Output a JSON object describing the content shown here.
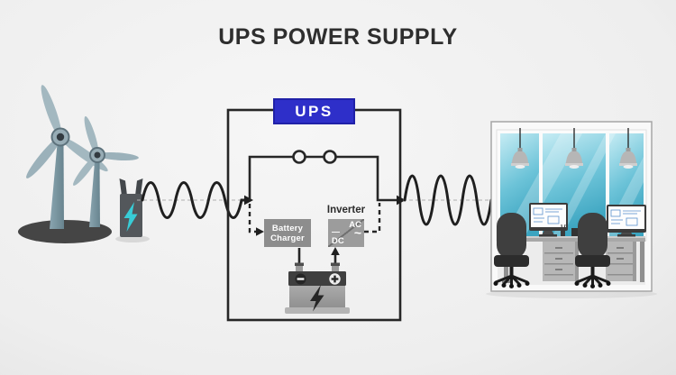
{
  "title": "UPS POWER SUPPLY",
  "ups": {
    "label": "UPS"
  },
  "charger": {
    "line1": "Battery",
    "line2": "Charger"
  },
  "inverter": {
    "label": "Inverter",
    "ac": "AC",
    "ac_wave": "~",
    "dc_bar": "—",
    "dc": "DC"
  },
  "battery": {
    "negative_icon": "minus-in-circle",
    "positive_icon": "plus-in-circle",
    "center_icon": "lightning-bolt"
  },
  "scene": {
    "source_icons": [
      "wind-turbine-icon",
      "power-plug-icon"
    ],
    "signal_icons": [
      "input-ac-sine-wave",
      "output-ac-sine-wave"
    ],
    "load_icon": "office-workstations-illustration"
  },
  "colors": {
    "ups_label_bg": "#2e2fc9",
    "ups_label_border": "#2021a8",
    "circuit_line": "#262626",
    "charger_box": "#8d8d8d",
    "inverter_box": "#9c9c9c",
    "plug_bolt_teal": "#38ccd6",
    "window_teal_top": "#c6ecf4",
    "window_teal_bottom": "#3ba4c0",
    "background": "#ececec"
  }
}
